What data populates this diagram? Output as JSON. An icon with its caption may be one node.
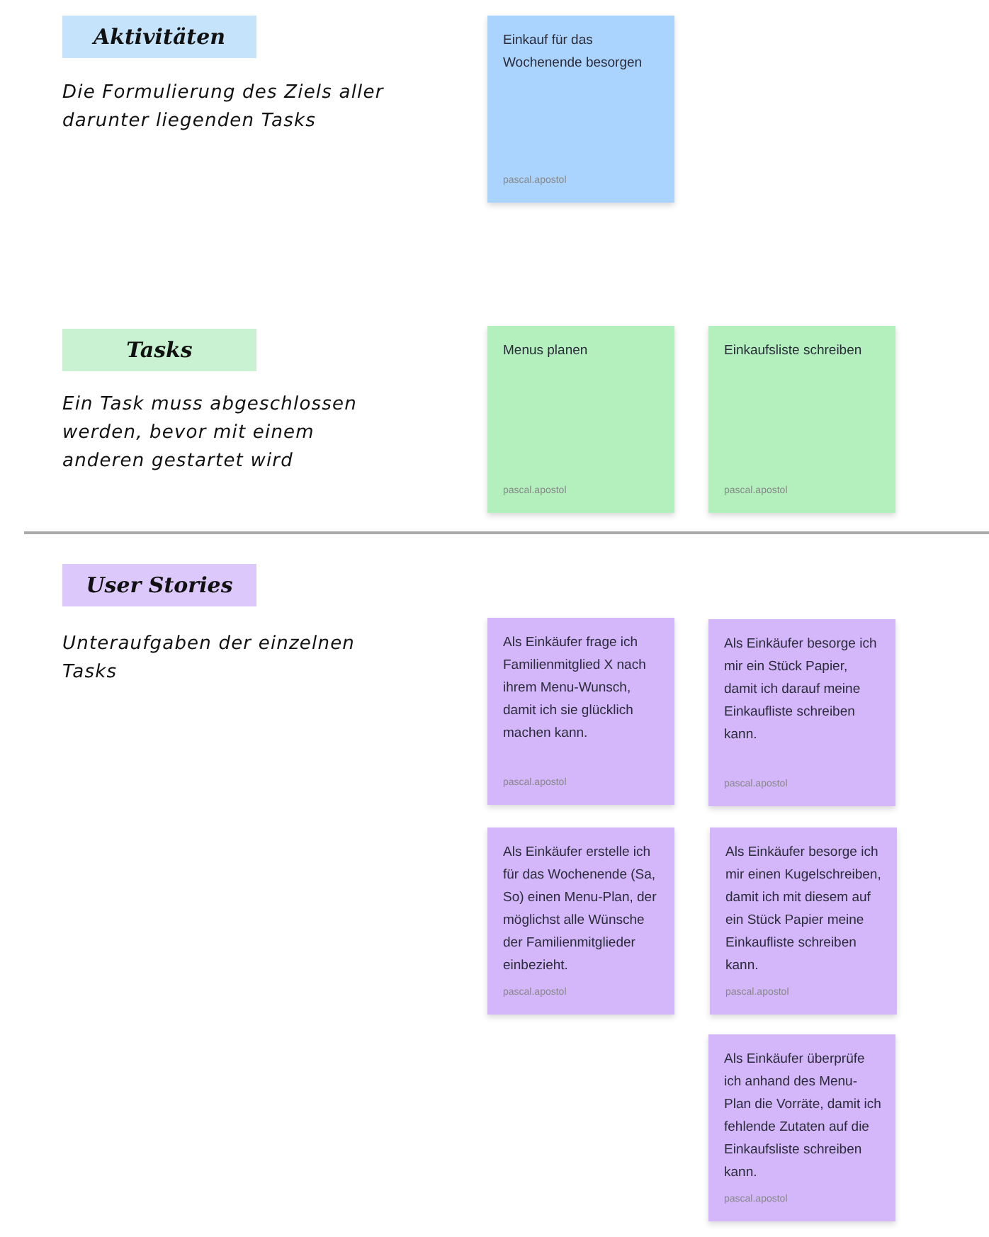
{
  "diagram": {
    "nodes": [
      {
        "text": [
          "Aktivitäten"
        ]
      },
      {
        "text": [
          "Einkauf für das Wochenende besorgen",
          "pascal.apostol"
        ]
      },
      {
        "text": [
          "Tasks"
        ]
      },
      {
        "text": [
          "Menus planen",
          "pascal.apostol"
        ]
      },
      {
        "text": [
          "Einkaufsliste schreiben",
          "pascal.apostol"
        ]
      },
      {
        "text": [
          "User Stories"
        ]
      },
      {
        "text": [
          "Als Einkäufer frage ich Familienmitglied X nach ihrem Menu-Wunsch, damit ich sie glücklich machen kann.",
          "pascal.apostol"
        ]
      },
      {
        "text": [
          "Als Einkäufer besorge ich mir ein Stück Papier, damit ich darauf meine Einkaufliste schreiben kann.",
          "pascal.apostol"
        ]
      },
      {
        "text": [
          "Als Einkäufer erstelle ich für das Wochenende (Sa, So) einen Menu-Plan, der möglichst alle Wünsche der Familienmitglieder einbezieht.",
          "pascal.apostol"
        ]
      },
      {
        "text": [
          "Als Einkäufer besorge ich mir einen Kugelschreiben, damit ich mit diesem auf ein Stück Papier meine Einkaufliste schreiben kann.",
          "pascal.apostol"
        ]
      },
      {
        "text": [
          "Als Einkäufer überprüfe ich anhand des Menu-Plan die Vorräte, damit ich fehlende Zutaten auf die Einkaufsliste schreiben kann.",
          "pascal.apostol"
        ]
      }
    ],
    "edges": [],
    "labels": [
      "Die Formulierung des Ziels aller darunter liegenden Tasks",
      "Ein Task muss abgeschlossen werden, bevor mit einem anderen gestartet wird",
      "Unteraufgaben der einzelnen Tasks"
    ]
  }
}
